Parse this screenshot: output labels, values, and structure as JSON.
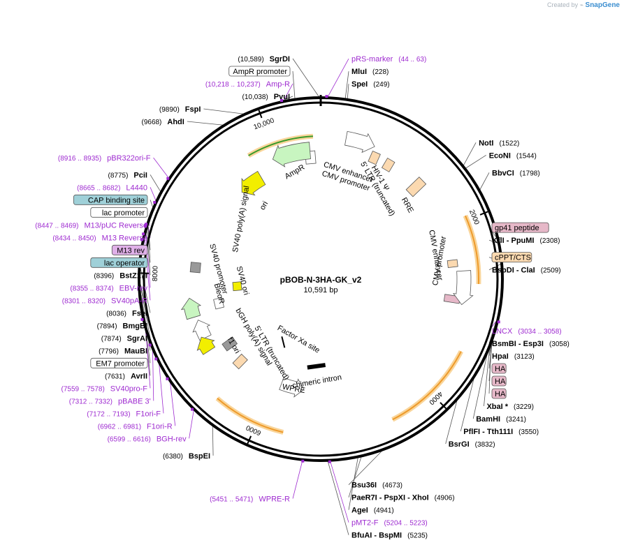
{
  "plasmid": {
    "name": "pBOB-N-3HA-GK_v2",
    "size_label": "10,591 bp",
    "length": 10591
  },
  "brand": {
    "prefix": "Created by",
    "name": "SnapGene"
  },
  "ticks": [
    {
      "bp": 2000,
      "label": "2000"
    },
    {
      "bp": 4000,
      "label": "4000"
    },
    {
      "bp": 6000,
      "label": "6000"
    },
    {
      "bp": 8000,
      "label": "8000"
    },
    {
      "bp": 10000,
      "label": "10,000"
    }
  ],
  "colors": {
    "primer": "#9e2bd0",
    "orange": "#ee9a2a",
    "green": "#3a9a2a",
    "yellow": "#f2ee00",
    "white": "#ffffff"
  },
  "labels": [
    {
      "kind": "site",
      "name": "SgrDI",
      "pos": "(10,589)",
      "bp": 10589
    },
    {
      "kind": "primer",
      "name": "pRS-marker",
      "pos": "(44 .. 63)",
      "bp": 54
    },
    {
      "kind": "feature",
      "name": "AmpR promoter",
      "bp": 10350
    },
    {
      "kind": "site",
      "name": "MluI",
      "pos": "(228)",
      "bp": 228
    },
    {
      "kind": "site",
      "name": "SpeI",
      "pos": "(249)",
      "bp": 249
    },
    {
      "kind": "primer",
      "name": "Amp-R",
      "pos": "(10,218 .. 10,237)",
      "bp": 10228
    },
    {
      "kind": "site",
      "name": "PvuI",
      "pos": "(10,038)",
      "bp": 10038
    },
    {
      "kind": "site",
      "name": "FspI",
      "pos": "(9890)",
      "bp": 9890
    },
    {
      "kind": "site",
      "name": "AhdI",
      "pos": "(9668)",
      "bp": 9668
    },
    {
      "kind": "primer",
      "name": "pBR322ori-F",
      "pos": "(8916 .. 8935)",
      "bp": 8926
    },
    {
      "kind": "site",
      "name": "PciI",
      "pos": "(8775)",
      "bp": 8775
    },
    {
      "kind": "primer",
      "name": "L4440",
      "pos": "(8665 .. 8682)",
      "bp": 8674
    },
    {
      "kind": "featurebox",
      "name": "CAP binding site",
      "color": "#9fd0d8",
      "bp": 8600
    },
    {
      "kind": "feature",
      "name": "lac promoter",
      "bp": 8560
    },
    {
      "kind": "primer",
      "name": "M13/pUC Reverse",
      "pos": "(8447 .. 8469)",
      "bp": 8458
    },
    {
      "kind": "featurebox",
      "name": "lac operator",
      "color": "#9fd0d8",
      "bp": 8430
    },
    {
      "kind": "primer",
      "name": "M13 Reverse",
      "pos": "(8434 .. 8450)",
      "bp": 8442
    },
    {
      "kind": "featurebox",
      "name": "M13 rev",
      "color": "#e0b0e8",
      "bp": 8440
    },
    {
      "kind": "site",
      "name": "BstZ17I",
      "pos": "(8396)",
      "bp": 8396
    },
    {
      "kind": "primer",
      "name": "EBV-rev",
      "pos": "(8355 .. 8374)",
      "bp": 8364
    },
    {
      "kind": "primer",
      "name": "SV40pA-R",
      "pos": "(8301 .. 8320)",
      "bp": 8310
    },
    {
      "kind": "site",
      "name": "FseI",
      "pos": "(8036)",
      "bp": 8036
    },
    {
      "kind": "site",
      "name": "BmgBI",
      "pos": "(7894)",
      "bp": 7894
    },
    {
      "kind": "site",
      "name": "SgrAI",
      "pos": "(7874)",
      "bp": 7874
    },
    {
      "kind": "site",
      "name": "MauBI",
      "pos": "(7796)",
      "bp": 7796
    },
    {
      "kind": "feature",
      "name": "EM7 promoter",
      "bp": 7740
    },
    {
      "kind": "site",
      "name": "AvrII",
      "pos": "(7631)",
      "bp": 7631
    },
    {
      "kind": "primer",
      "name": "SV40pro-F",
      "pos": "(7559 .. 7578)",
      "bp": 7568
    },
    {
      "kind": "primer",
      "name": "pBABE 3'",
      "pos": "(7312 .. 7332)",
      "bp": 7322
    },
    {
      "kind": "primer",
      "name": "F1ori-F",
      "pos": "(7172 .. 7193)",
      "bp": 7182
    },
    {
      "kind": "primer",
      "name": "F1ori-R",
      "pos": "(6962 .. 6981)",
      "bp": 6971
    },
    {
      "kind": "primer",
      "name": "BGH-rev",
      "pos": "(6599 .. 6616)",
      "bp": 6607
    },
    {
      "kind": "site",
      "name": "BspEI",
      "pos": "(6380)",
      "bp": 6380
    },
    {
      "kind": "primer",
      "name": "WPRE-R",
      "pos": "(5451 .. 5471)",
      "bp": 5461
    },
    {
      "kind": "site",
      "name": "BfuAI - BspMI",
      "pos": "(5235)",
      "bp": 5235
    },
    {
      "kind": "primer",
      "name": "pMT2-F",
      "pos": "(5204 .. 5223)",
      "bp": 5213
    },
    {
      "kind": "site",
      "name": "AgeI",
      "pos": "(4941)",
      "bp": 4941
    },
    {
      "kind": "site",
      "name": "PaeR7I - PspXI - XhoI",
      "pos": "(4906)",
      "bp": 4906
    },
    {
      "kind": "site",
      "name": "Bsu36I",
      "pos": "(4673)",
      "bp": 4673
    },
    {
      "kind": "site",
      "name": "BsrGI",
      "pos": "(3832)",
      "bp": 3832
    },
    {
      "kind": "site",
      "name": "PflFI - Tth111I",
      "pos": "(3550)",
      "bp": 3550
    },
    {
      "kind": "site",
      "name": "BamHI",
      "pos": "(3241)",
      "bp": 3241
    },
    {
      "kind": "site",
      "name": "XbaI *",
      "pos": "(3229)",
      "bp": 3229
    },
    {
      "kind": "featurebox",
      "name": "HA",
      "color": "#e6b8c8",
      "bp": 3200
    },
    {
      "kind": "featurebox",
      "name": "HA",
      "color": "#e6b8c8",
      "bp": 3170
    },
    {
      "kind": "featurebox",
      "name": "HA",
      "color": "#e6b8c8",
      "bp": 3140
    },
    {
      "kind": "site",
      "name": "HpaI",
      "pos": "(3123)",
      "bp": 3123
    },
    {
      "kind": "site",
      "name": "BsmBI - Esp3I",
      "pos": "(3058)",
      "bp": 3058
    },
    {
      "kind": "primer",
      "name": "LNCX",
      "pos": "(3034 .. 3058)",
      "bp": 3046
    },
    {
      "kind": "site",
      "name": "BspDI - ClaI",
      "pos": "(2509)",
      "bp": 2509
    },
    {
      "kind": "featurebox",
      "name": "cPPT/CTS",
      "color": "#fbd9b0",
      "bp": 2480
    },
    {
      "kind": "site",
      "name": "KflI - PpuMI",
      "pos": "(2308)",
      "bp": 2308
    },
    {
      "kind": "featurebox",
      "name": "gp41 peptide",
      "color": "#e6b8c8",
      "bp": 2250
    },
    {
      "kind": "site",
      "name": "BbvCI",
      "pos": "(1798)",
      "bp": 1798
    },
    {
      "kind": "site",
      "name": "EcoNI",
      "pos": "(1544)",
      "bp": 1544
    },
    {
      "kind": "site",
      "name": "NotI",
      "pos": "(1522)",
      "bp": 1522
    }
  ],
  "inner_features": [
    {
      "name": "CMV enhancer"
    },
    {
      "name": "CMV promoter"
    },
    {
      "name": "HIV-1 Ψ"
    },
    {
      "name": "5' LTR (truncated)"
    },
    {
      "name": "RRE"
    },
    {
      "name": "CMV enhancer"
    },
    {
      "name": "CMV promoter"
    },
    {
      "name": "AmpR"
    },
    {
      "name": "ori"
    },
    {
      "name": "SV40 poly(A) signal"
    },
    {
      "name": "SV40 promoter"
    },
    {
      "name": "BleoR"
    },
    {
      "name": "SV40 ori"
    },
    {
      "name": "bGH poly(A) signal"
    },
    {
      "name": "f1 ori"
    },
    {
      "name": "5' LTR (truncated)"
    },
    {
      "name": "Factor Xa site"
    },
    {
      "name": "chimeric intron"
    },
    {
      "name": "WPRE"
    }
  ]
}
